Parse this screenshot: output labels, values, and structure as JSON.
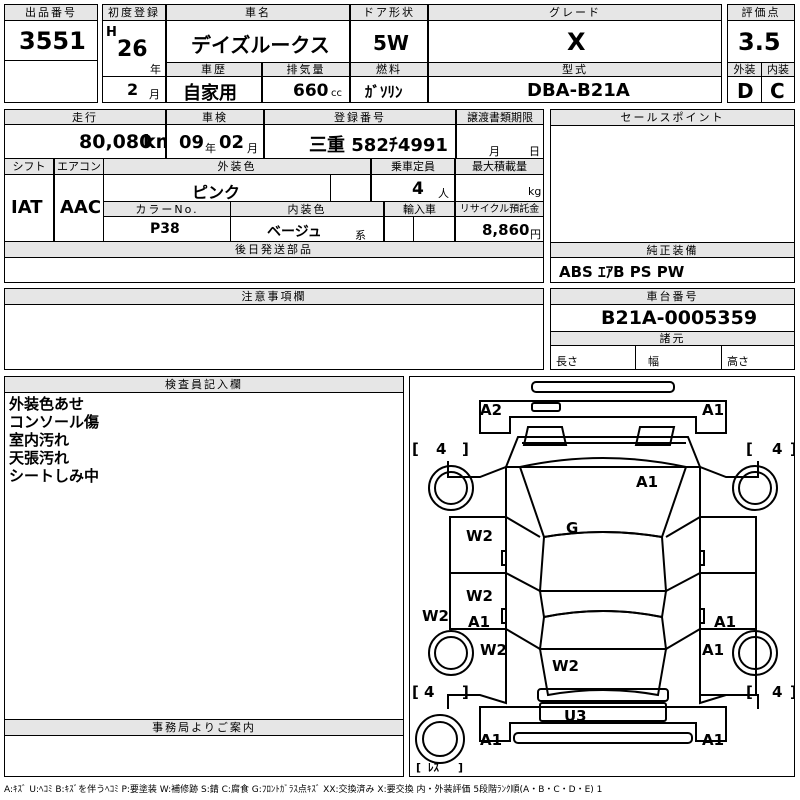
{
  "header": {
    "lot_number_label": "出品番号",
    "lot_number": "3551",
    "first_reg_label": "初度登録",
    "era": "H",
    "year": "26",
    "year_unit": "年",
    "month": "2",
    "month_unit": "月",
    "name_label": "車名",
    "name": "デイズルークス",
    "door_label": "ドア形状",
    "door": "5W",
    "grade_label": "グレード",
    "grade": "X",
    "score_label": "評価点",
    "score": "3.5",
    "history_label": "車歴",
    "history": "自家用",
    "displacement_label": "排気量",
    "displacement": "660",
    "displacement_unit": "cc",
    "fuel_label": "燃料",
    "fuel": "ｶﾞｿﾘﾝ",
    "model_label": "型式",
    "model": "DBA-B21A",
    "exterior_label": "外装",
    "exterior": "D",
    "interior_label": "内装",
    "interior": "C"
  },
  "row2": {
    "mileage_label": "走行",
    "mileage": "80,080",
    "mileage_unit": "km",
    "inspection_label": "車検",
    "insp_year": "09",
    "insp_year_unit": "年",
    "insp_month": "02",
    "insp_month_unit": "月",
    "plate_label": "登録番号",
    "plate": "三重 582ﾁ4991",
    "transfer_label": "譲渡書類期限",
    "transfer_month": "月",
    "transfer_day": "日",
    "sales_label": "セールスポイント",
    "shift_label": "シフト",
    "shift": "IAT",
    "ac_label": "エアコン",
    "ac": "AAC",
    "color_label": "外装色",
    "color": "ピンク",
    "capacity_label": "乗車定員",
    "capacity": "4",
    "capacity_unit": "人",
    "load_label": "最大積載量",
    "load_unit": "kg",
    "color_no_label": "カラーNo.",
    "color_no": "P38",
    "int_color_label": "内装色",
    "int_color": "ベージュ",
    "int_color_unit": "系",
    "import_label": "輸入車",
    "recycle_label": "リサイクル預託金",
    "recycle": "8,860",
    "recycle_unit": "円",
    "later_parts_label": "後日発送部品",
    "equip_label": "純正装備",
    "equip": "ABS ｴｱB PS PW",
    "caution_label": "注意事項欄",
    "chassis_label": "車台番号",
    "chassis": "B21A-0005359",
    "spec_label": "諸元",
    "length_label": "長さ",
    "width_label": "幅",
    "height_label": "高さ"
  },
  "inspector": {
    "label": "検査員記入欄",
    "notes": [
      "外装色あせ",
      "コンソール傷",
      "室内汚れ",
      "天張汚れ",
      "シートしみ中"
    ]
  },
  "office": {
    "label": "事務局よりご案内"
  },
  "legend": "A:ｷｽﾞ U:ﾍｺﾐ B:ｷｽﾞを伴うﾍｺﾐ P:要塗装 W:補修跡 S:錆 C:腐食 G:ﾌﾛﾝﾄｶﾞﾗｽ点ｷｽﾞ XX:交換済み X:要交換 内・外装評価 5段階ﾗﾝｸ順(A・B・C・D・E) 1",
  "diagram": {
    "marks": [
      "A2",
      "A1",
      "A1",
      "G",
      "W2",
      "W2",
      "A1",
      "W2",
      "A1",
      "W2",
      "A1",
      "W2",
      "U3",
      "A1",
      "A1"
    ],
    "tires": [
      "4",
      "4",
      "4",
      "4"
    ],
    "spare": "ﾚｽ"
  }
}
